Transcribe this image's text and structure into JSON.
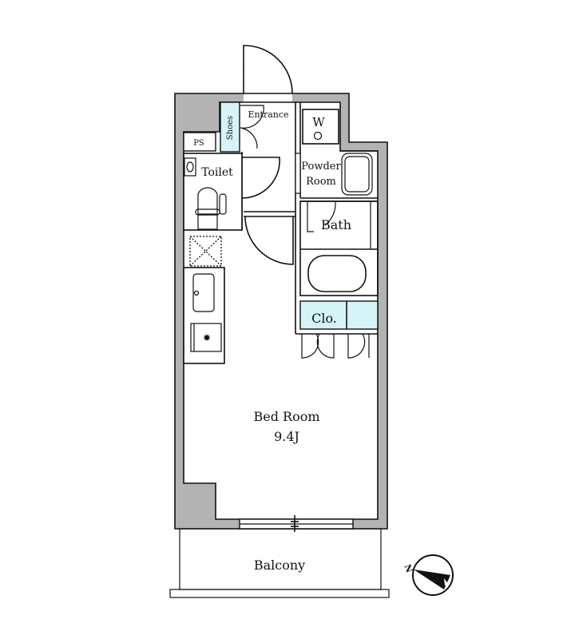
{
  "rooms": {
    "entrance": "Entrance",
    "shoes": "Shoes",
    "ps": "PS",
    "toilet": "Toilet",
    "washer": "W",
    "powder_line1": "Powder",
    "powder_line2": "Room",
    "bath": "Bath",
    "closet": "Clo.",
    "bedroom": "Bed Room",
    "bedroom_size": "9.4J",
    "balcony": "Balcony"
  },
  "compass": {
    "label": "N"
  },
  "colors": {
    "wall": "#b3b3b3",
    "storage": "#d4f4f8",
    "line": "#111111"
  }
}
